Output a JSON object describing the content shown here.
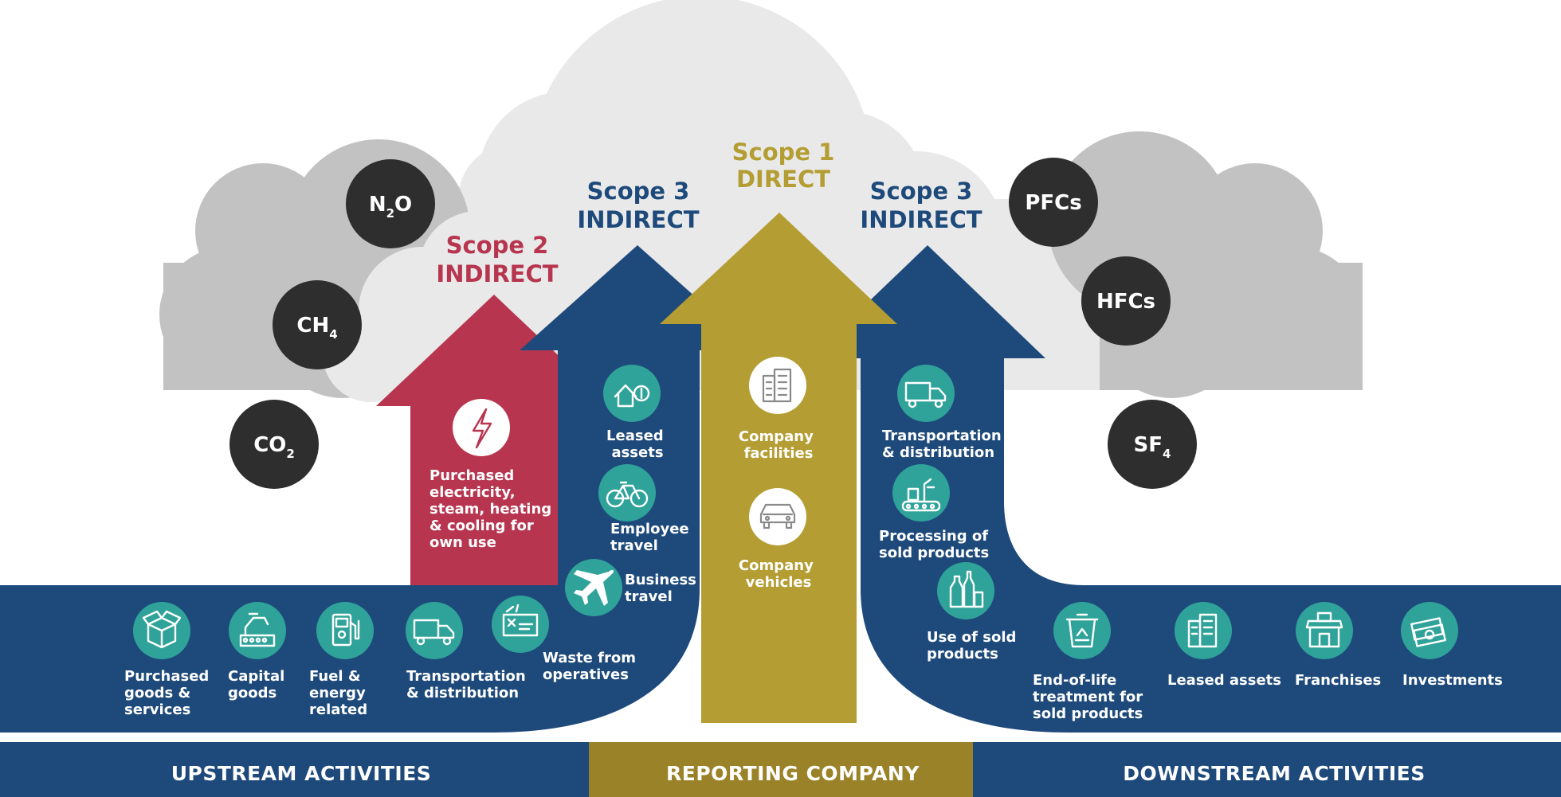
{
  "colors": {
    "navy": "#1e4a7b",
    "crimson": "#b7354f",
    "gold": "#b49d33",
    "gold_dark": "#9a8228",
    "teal": "#2fa39a",
    "cloud_dark": "#c2c2c2",
    "cloud_light": "#e9e9e9",
    "gas_bubble": "#2e2e2e"
  },
  "scopes": {
    "scope2": {
      "line1": "Scope 2",
      "line2": "INDIRECT"
    },
    "scope3_up": {
      "line1": "Scope 3",
      "line2": "INDIRECT"
    },
    "scope1": {
      "line1": "Scope 1",
      "line2": "DIRECT"
    },
    "scope3_down": {
      "line1": "Scope 3",
      "line2": "INDIRECT"
    }
  },
  "gases": {
    "n2o": {
      "main": "N",
      "sub": "2",
      "tail": "O"
    },
    "ch4": {
      "main": "CH",
      "sub": "4"
    },
    "co2": {
      "main": "CO",
      "sub": "2"
    },
    "pfcs": {
      "main": "PFCs"
    },
    "hfcs": {
      "main": "HFCs"
    },
    "sf4": {
      "main": "SF",
      "sub": "4"
    }
  },
  "scope2_items": {
    "purchased_electricity": {
      "icon": "lightning-icon",
      "lines": [
        "Purchased",
        "electricity,",
        "steam, heating",
        "& cooling for",
        "own use"
      ]
    }
  },
  "scope3_up_items": {
    "leased_assets": {
      "icon": "house-money-icon",
      "lines": [
        "Leased",
        "assets"
      ]
    },
    "employee_travel": {
      "icon": "bicycle-icon",
      "lines": [
        "Employee",
        "travel"
      ]
    },
    "business_travel": {
      "icon": "airplane-icon",
      "lines": [
        "Business",
        "travel"
      ]
    }
  },
  "scope1_items": {
    "company_facilities": {
      "icon": "building-icon",
      "lines": [
        "Company",
        "facilities"
      ]
    },
    "company_vehicles": {
      "icon": "car-icon",
      "lines": [
        "Company",
        "vehicles"
      ]
    }
  },
  "scope3_down_items": {
    "transportation_distribution": {
      "icon": "truck-icon",
      "lines": [
        "Transportation",
        "& distribution"
      ]
    },
    "processing_sold_products": {
      "icon": "conveyor-icon",
      "lines": [
        "Processing of",
        "sold products"
      ]
    },
    "use_sold_products": {
      "icon": "bottles-icon",
      "lines": [
        "Use of sold",
        "products"
      ]
    }
  },
  "upstream_items": {
    "purchased_goods": {
      "icon": "box-icon",
      "lines": [
        "Purchased",
        "goods &",
        "services"
      ]
    },
    "capital_goods": {
      "icon": "robot-arm-icon",
      "lines": [
        "Capital",
        "goods"
      ]
    },
    "fuel_energy": {
      "icon": "fuel-pump-icon",
      "lines": [
        "Fuel &",
        "energy",
        "related"
      ]
    },
    "transportation": {
      "icon": "truck-icon",
      "lines": [
        "Transportation",
        "& distribution"
      ]
    },
    "waste": {
      "icon": "waste-icon",
      "lines": [
        "Waste from",
        "operatives"
      ]
    }
  },
  "downstream_items": {
    "end_of_life": {
      "icon": "recycle-bin-icon",
      "lines": [
        "End-of-life",
        "treatment for",
        "sold products"
      ]
    },
    "leased_assets": {
      "icon": "building-icon",
      "lines": [
        "Leased assets"
      ]
    },
    "franchises": {
      "icon": "storefront-icon",
      "lines": [
        "Franchises"
      ]
    },
    "investments": {
      "icon": "cash-icon",
      "lines": [
        "Investments"
      ]
    }
  },
  "bands": {
    "upstream": "UPSTREAM ACTIVITIES",
    "reporting": "REPORTING COMPANY",
    "downstream": "DOWNSTREAM ACTIVITIES"
  }
}
